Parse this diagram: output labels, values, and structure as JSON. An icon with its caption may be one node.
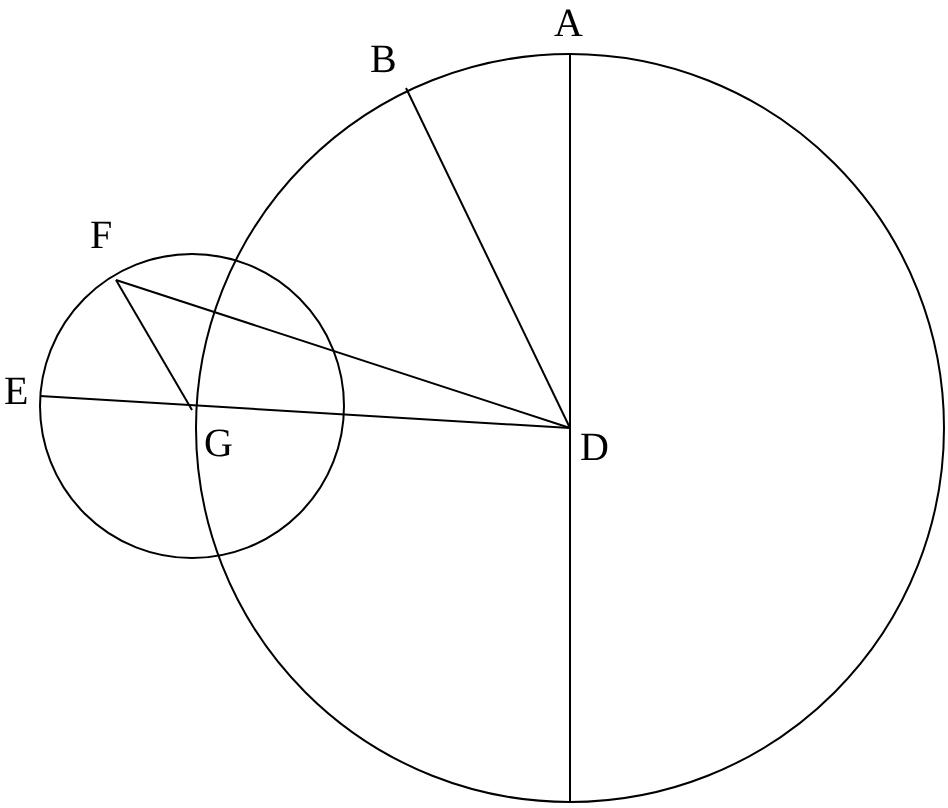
{
  "diagram": {
    "labels": [
      "A",
      "B",
      "F",
      "E",
      "G",
      "D"
    ]
  }
}
